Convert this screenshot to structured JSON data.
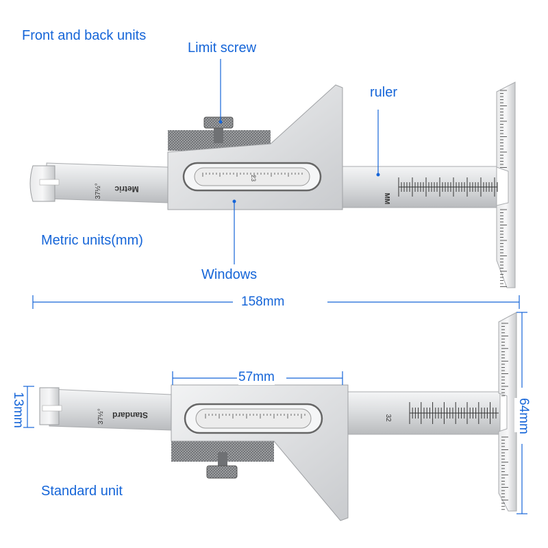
{
  "labels": {
    "front_back": "Front and back units",
    "limit_screw": "Limit screw",
    "ruler": "ruler",
    "metric_units": "Metric units(mm)",
    "windows": "Windows",
    "standard_unit": "Standard unit"
  },
  "dimensions": {
    "overall_length": "158mm",
    "body_width": "57mm",
    "head_height": "13mm",
    "blade_height": "64mm"
  },
  "engravings": {
    "top_arm": "Metric",
    "bottom_arm": "Standard",
    "top_size": "37½°",
    "bottom_size": "37½°",
    "top_ruler_unit": "MM",
    "bottom_ruler_number": "32",
    "window_number": "23"
  },
  "colors": {
    "annotation": "#1565d8",
    "steel": "#d4d6d8",
    "steel_dark": "#9a9c9f",
    "engrave": "#333333"
  }
}
